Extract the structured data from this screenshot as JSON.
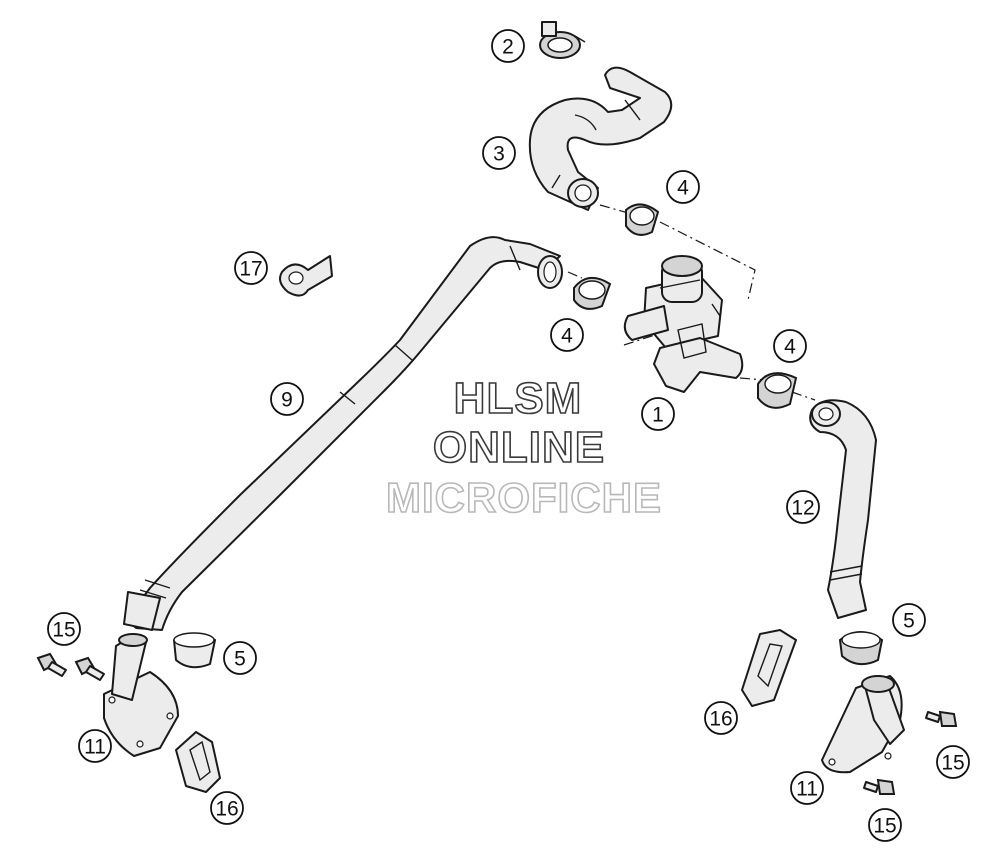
{
  "watermark": {
    "line1": "HLSM",
    "line2": "ONLINE",
    "line3": "MICROFICHE",
    "color_dark": "#3a3a3a",
    "color_light": "#b8b8b8"
  },
  "callouts": [
    {
      "id": "c1",
      "number": "1"
    },
    {
      "id": "c2",
      "number": "2"
    },
    {
      "id": "c3",
      "number": "3"
    },
    {
      "id": "c4a",
      "number": "4"
    },
    {
      "id": "c4b",
      "number": "4"
    },
    {
      "id": "c4c",
      "number": "4"
    },
    {
      "id": "c5a",
      "number": "5"
    },
    {
      "id": "c5b",
      "number": "5"
    },
    {
      "id": "c9",
      "number": "9"
    },
    {
      "id": "c11a",
      "number": "11"
    },
    {
      "id": "c11b",
      "number": "11"
    },
    {
      "id": "c12",
      "number": "12"
    },
    {
      "id": "c15a",
      "number": "15"
    },
    {
      "id": "c15b",
      "number": "15"
    },
    {
      "id": "c15c",
      "number": "15"
    },
    {
      "id": "c16a",
      "number": "16"
    },
    {
      "id": "c16b",
      "number": "16"
    },
    {
      "id": "c17",
      "number": "17"
    }
  ]
}
